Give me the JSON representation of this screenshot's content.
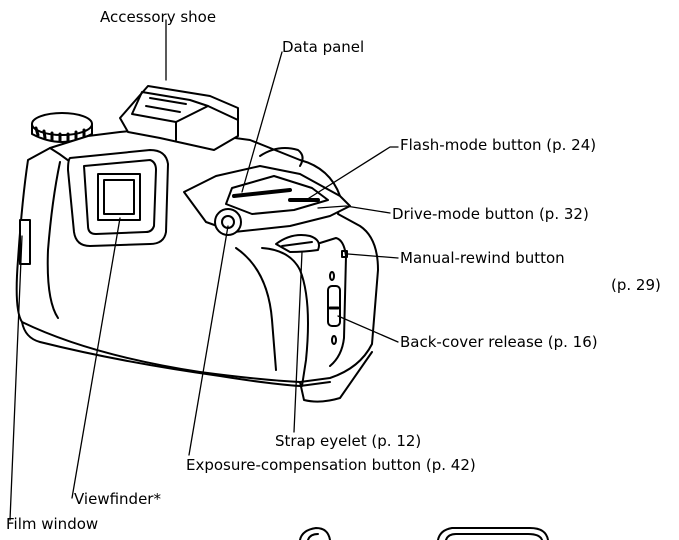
{
  "labels": {
    "accessory_shoe": "Accessory shoe",
    "data_panel": "Data panel",
    "flash_mode_button": "Flash-mode button (p. 24)",
    "drive_mode_button": "Drive-mode button (p. 32)",
    "manual_rewind_button": "Manual-rewind button",
    "manual_rewind_page": "(p. 29)",
    "back_cover_release": "Back-cover release (p. 16)",
    "strap_eyelet": "Strap eyelet (p. 12)",
    "exposure_compensation_button": "Exposure-compensation button (p. 42)",
    "viewfinder": "Viewfinder*",
    "film_window": "Film window"
  }
}
